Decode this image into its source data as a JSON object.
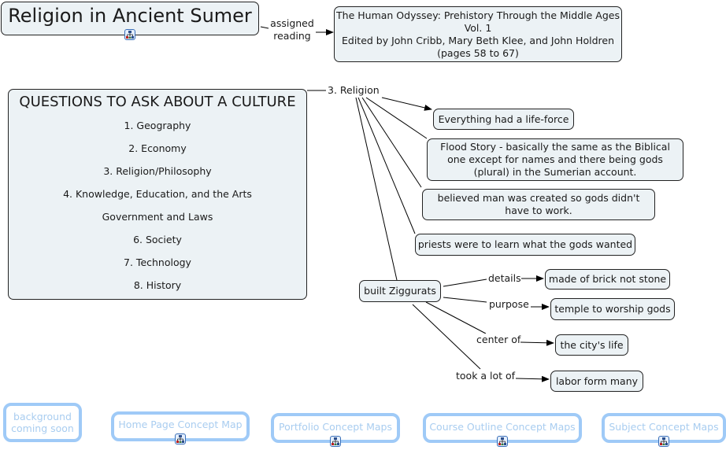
{
  "title_node": "Religion in Ancient Sumer",
  "assigned_reading": {
    "link_label_line1": "assigned",
    "link_label_line2": "reading",
    "book_lines": [
      "The Human Odyssey: Prehistory Through the Middle Ages",
      "Vol. 1",
      "Edited by John Cribb, Mary Beth Klee, and John Holdren",
      "(pages 58 to 67)"
    ]
  },
  "questions": {
    "heading": "QUESTIONS TO ASK ABOUT A CULTURE",
    "items": [
      "1.  Geography",
      "2.  Economy",
      "3.  Religion/Philosophy",
      "4.  Knowledge, Education, and the Arts",
      "Government and Laws",
      "6.  Society",
      "7.  Technology",
      "8.  History"
    ]
  },
  "religion": {
    "label": "3. Religion",
    "facts": [
      "Everything had a life-force",
      "Flood Story - basically the same as the Biblical one except for names and there being gods (plural) in the Sumerian account.",
      "believed man was created so gods didn't have to work.",
      "priests were to learn what the gods wanted"
    ],
    "ziggurats": {
      "label": "built Ziggurats",
      "relations": [
        {
          "link": "details",
          "target": "made of brick not stone"
        },
        {
          "link": "purpose",
          "target": "temple to worship gods"
        },
        {
          "link": "center of",
          "target": "the city's life"
        },
        {
          "link": "took a lot of",
          "target": "labor form many"
        }
      ]
    }
  },
  "nav": [
    {
      "label_line1": "background",
      "label_line2": "coming soon",
      "has_map_icon": false
    },
    {
      "label": "Home Page Concept Map",
      "has_map_icon": true
    },
    {
      "label": "Portfolio Concept Maps",
      "has_map_icon": true
    },
    {
      "label": "Course Outline Concept Maps",
      "has_map_icon": true
    },
    {
      "label": "Subject Concept Maps",
      "has_map_icon": true
    }
  ],
  "icons": {
    "submap": "concept-map-hierarchy-icon"
  },
  "colors": {
    "node_fill": "#ecf2f5",
    "node_border": "#222222",
    "nav_border": "#9fcaf7",
    "nav_text": "#a9cdf0",
    "icon_border": "#3a6fb8"
  }
}
